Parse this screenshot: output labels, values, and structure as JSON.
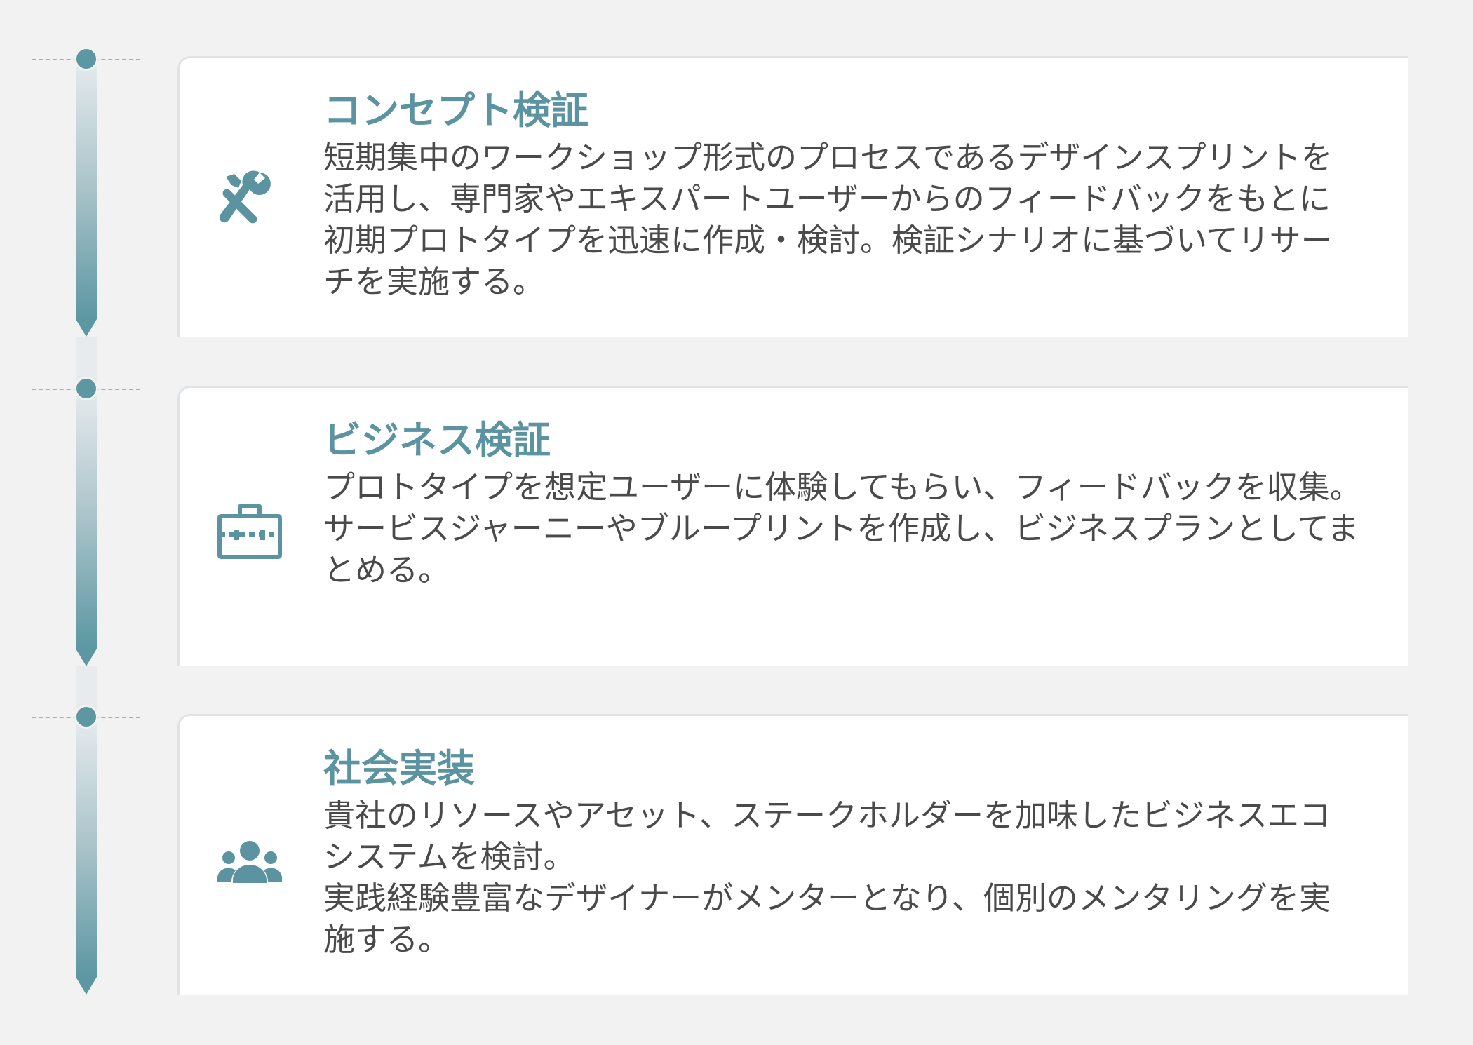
{
  "colors": {
    "accent": "#5b93a0",
    "background": "#f2f2f2",
    "card": "#ffffff",
    "text": "#4a4a4a"
  },
  "steps": [
    {
      "icon": "wrench-screwdriver-icon",
      "title": "コンセプト検証",
      "body": "短期集中のワークショップ形式のプロセスであるデザインスプリントを活用し、専門家やエキスパートユーザーからのフィードバックをもとに初期プロトタイプを迅速に作成・検討。検証シナリオに基づいてリサーチを実施する。"
    },
    {
      "icon": "toolbox-icon",
      "title": "ビジネス検証",
      "body": "プロトタイプを想定ユーザーに体験してもらい、フィードバックを収集。サービスジャーニーやブループリントを作成し、ビジネスプランとしてまとめる。"
    },
    {
      "icon": "users-group-icon",
      "title": "社会実装",
      "body": "貴社のリソースやアセット、ステークホルダーを加味したビジネスエコシステムを検討。\n実践経験豊富なデザイナーがメンターとなり、個別のメンタリングを実施する。"
    }
  ]
}
